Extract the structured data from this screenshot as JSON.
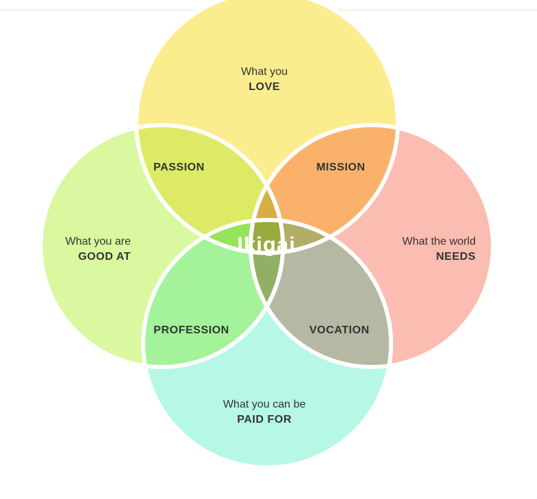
{
  "diagram": {
    "center_label": "Ikigai",
    "circles": [
      {
        "id": "love",
        "line1": "What you",
        "line2": "LOVE",
        "color": "#fbec8e"
      },
      {
        "id": "good_at",
        "line1": "What you are",
        "line2": "GOOD AT",
        "color": "#d9f89f"
      },
      {
        "id": "needs",
        "line1": "What the world",
        "line2": "NEEDS",
        "color": "#fbbcb1"
      },
      {
        "id": "paid_for",
        "line1": "What you can be",
        "line2": "PAID FOR",
        "color": "#b6f7e5"
      }
    ],
    "overlaps": [
      {
        "id": "passion",
        "label": "PASSION",
        "color": "#ddea66"
      },
      {
        "id": "mission",
        "label": "MISSION",
        "color": "#fab26a"
      },
      {
        "id": "profession",
        "label": "PROFESSION",
        "color": "#a4f29a"
      },
      {
        "id": "vocation",
        "label": "VOCATION",
        "color": "#b5b9a3"
      }
    ],
    "triple_overlap_colors": {
      "top": "#d6ae43",
      "left": "#95e45a",
      "right": "#b2ad67",
      "bottom": "#92af66"
    },
    "center_color": "#9aaa3e",
    "outline_color": "#ffffff"
  }
}
